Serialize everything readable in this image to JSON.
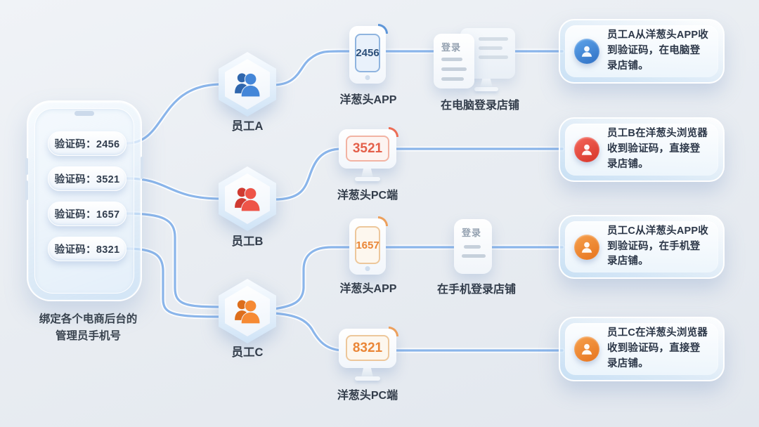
{
  "diagram": {
    "phone_panel": {
      "codes": [
        {
          "label": "验证码：2456"
        },
        {
          "label": "验证码：3521"
        },
        {
          "label": "验证码：1657"
        },
        {
          "label": "验证码：8321"
        }
      ],
      "caption_line1": "绑定各个电商后台的",
      "caption_line2": "管理员手机号"
    },
    "employees": [
      {
        "label": "员工A",
        "color": "#4486d8"
      },
      {
        "label": "员工B",
        "color": "#ee5448"
      },
      {
        "label": "员工C",
        "color": "#f68a34"
      }
    ],
    "devices": [
      {
        "type": "phone",
        "code": "2456",
        "label": "洋葱头APP",
        "accent": "#2c4f79"
      },
      {
        "type": "monitor",
        "code": "3521",
        "label": "洋葱头PC端",
        "accent": "#e4604a"
      },
      {
        "type": "phone",
        "code": "1657",
        "label": "洋葱头APP",
        "accent": "#ea8637"
      },
      {
        "type": "monitor",
        "code": "8321",
        "label": "洋葱头PC端",
        "accent": "#ea8637"
      }
    ],
    "login_panels": [
      {
        "title": "登录",
        "label": "在电脑登录店铺"
      },
      {
        "title": "登录",
        "label": "在手机登录店铺"
      }
    ],
    "cards": [
      {
        "text": "员工A从洋葱头APP收到验证码，在电脑登录店铺。",
        "color": "#2e6fc4"
      },
      {
        "text": "员工B在洋葱头浏览器收到验证码，直接登录店铺。",
        "color": "#d63327"
      },
      {
        "text": "员工C从洋葱头APP收到验证码，在手机登录店铺。",
        "color": "#e6731d"
      },
      {
        "text": "员工C在洋葱头浏览器收到验证码，直接登录店铺。",
        "color": "#e6731d"
      }
    ],
    "line_color": "#8ab5ea"
  }
}
